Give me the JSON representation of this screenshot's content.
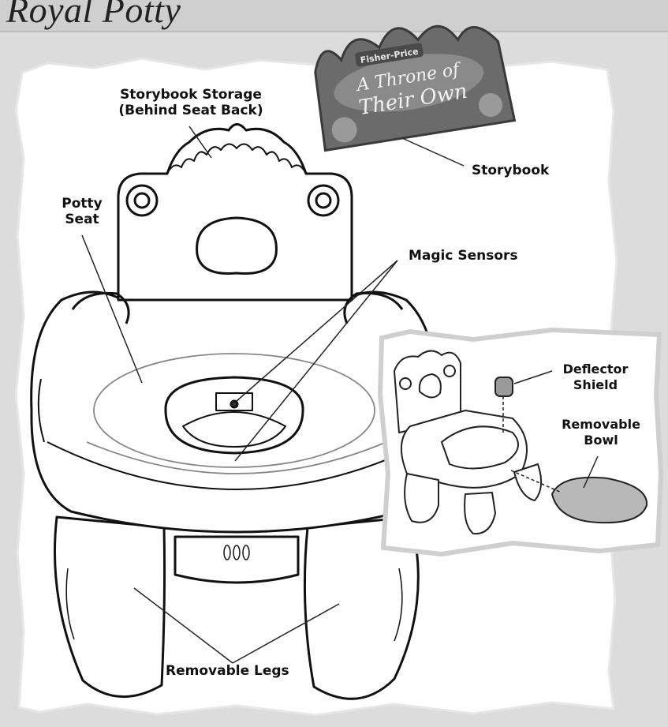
{
  "title": "Royal Potty",
  "storybook_cover": {
    "brand": "Fisher-Price",
    "line1": "A Throne of",
    "line2": "Their Own"
  },
  "labels": {
    "storage_line1": "Storybook Storage",
    "storage_line2": "(Behind Seat Back)",
    "storybook": "Storybook",
    "potty_seat_line1": "Potty",
    "potty_seat_line2": "Seat",
    "magic_sensors": "Magic Sensors",
    "deflector_line1": "Deflector",
    "deflector_line2": "Shield",
    "bowl_line1": "Removable",
    "bowl_line2": "Bowl",
    "legs": "Removable Legs"
  },
  "colors": {
    "background": "#dcdcdc",
    "panel": "#ffffff",
    "ink": "#111111",
    "line": "#222222"
  }
}
